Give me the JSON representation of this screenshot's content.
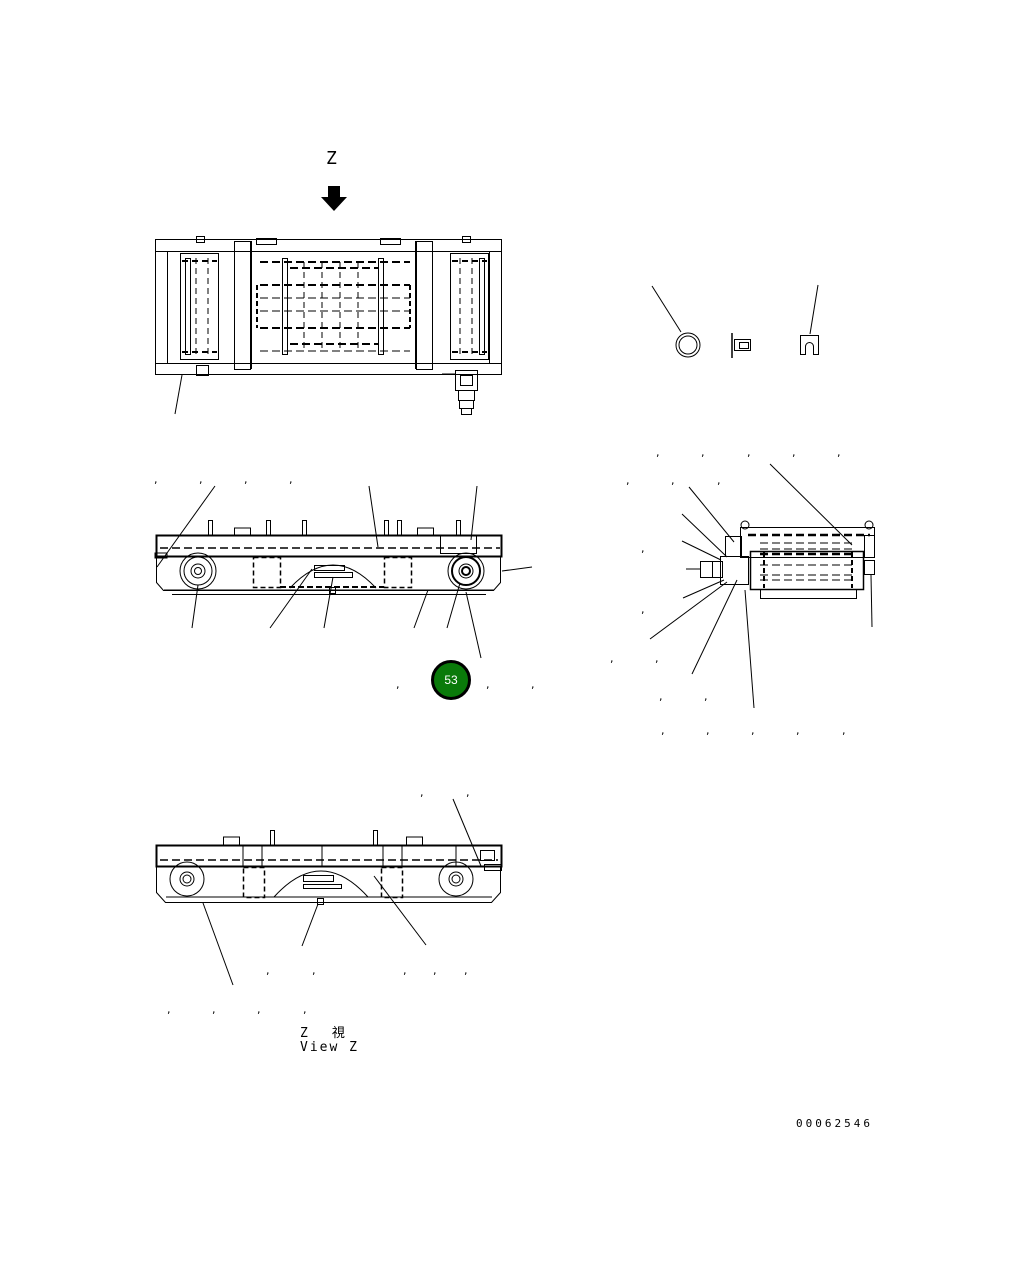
{
  "diagram": {
    "view_marker": {
      "letter": "Z",
      "arrow": "down-arrow"
    },
    "view_caption": {
      "line1_letter": "Z",
      "line1_kanji": "視",
      "line2": "View Z"
    },
    "callout_badge": {
      "number": "53",
      "color": "#0a7a0a",
      "border": "#000000"
    },
    "document_number": "00062546",
    "views": [
      {
        "id": "top-view",
        "description": "Top view of frame assembly with rollers"
      },
      {
        "id": "side-view",
        "description": "Side view of frame assembly with wheels"
      },
      {
        "id": "end-view",
        "description": "End view with motor/drive unit"
      },
      {
        "id": "view-z",
        "description": "View Z side elevation"
      },
      {
        "id": "detail-parts",
        "description": "Detail parts: washer, pin, clip"
      }
    ],
    "comma_separator": ","
  }
}
